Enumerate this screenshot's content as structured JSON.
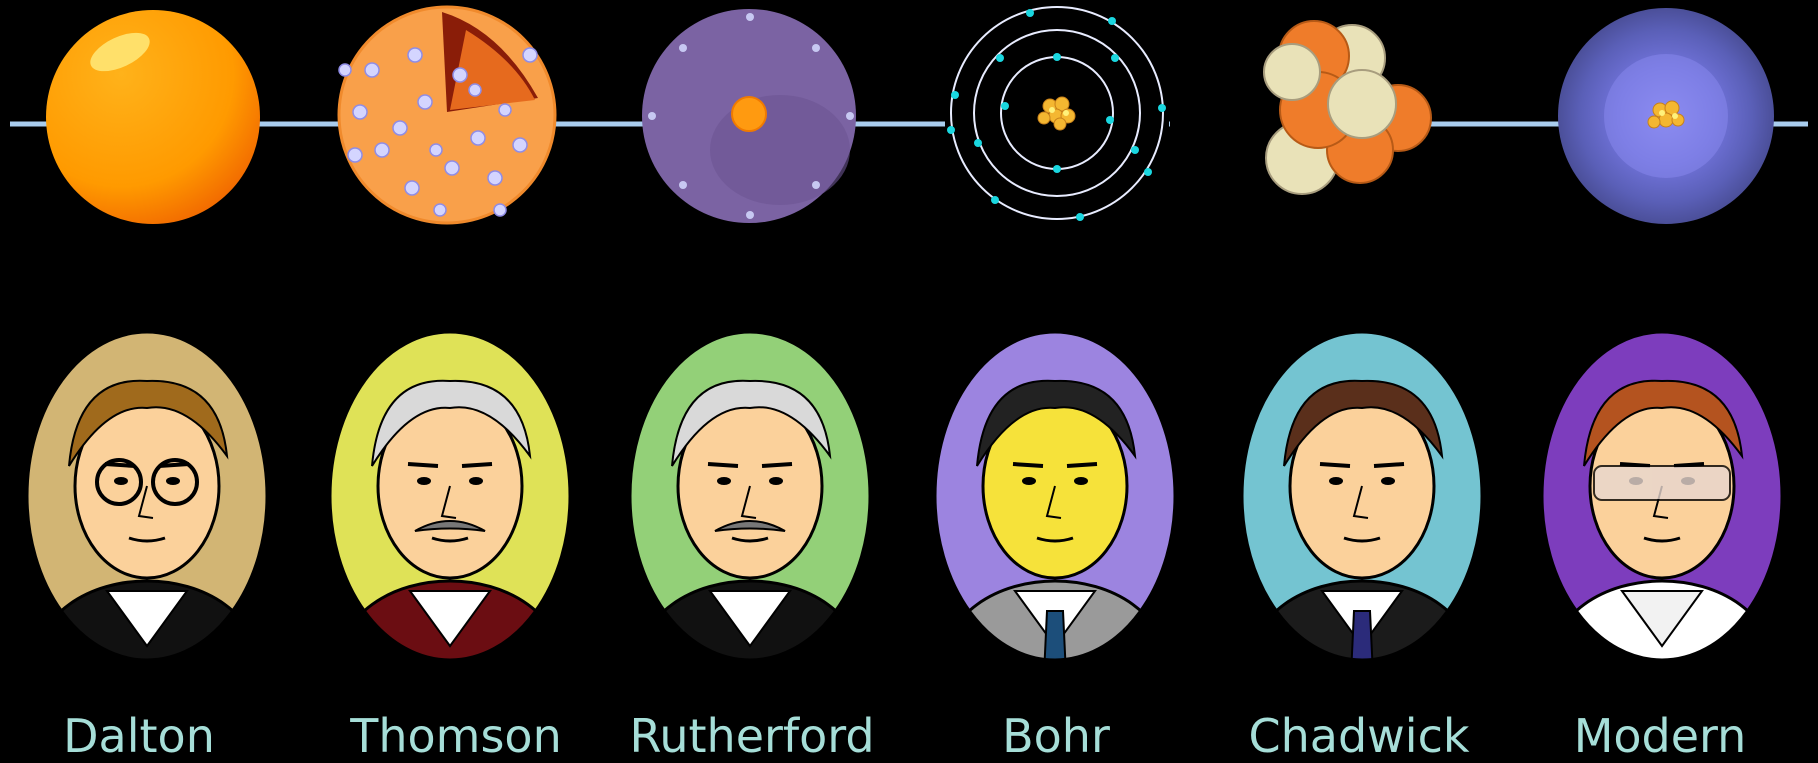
{
  "colors": {
    "background": "#000000",
    "timeline": "#a9cdee",
    "label": "#a6ded8"
  },
  "models": [
    {
      "id": "dalton",
      "scientist": "Dalton",
      "atom_icon": "solid-sphere-icon",
      "portrait_bg": "#d2b574"
    },
    {
      "id": "thomson",
      "scientist": "Thomson",
      "atom_icon": "plum-pudding-icon",
      "portrait_bg": "#dfe257"
    },
    {
      "id": "rutherford",
      "scientist": "Rutherford",
      "atom_icon": "nuclear-atom-icon",
      "portrait_bg": "#93d078"
    },
    {
      "id": "bohr",
      "scientist": "Bohr",
      "atom_icon": "orbit-shells-icon",
      "portrait_bg": "#9c84e0"
    },
    {
      "id": "chadwick",
      "scientist": "Chadwick",
      "atom_icon": "neutron-cluster-icon",
      "portrait_bg": "#74c4d1"
    },
    {
      "id": "modern",
      "scientist": "Modern",
      "atom_icon": "electron-cloud-icon",
      "portrait_bg": "#7d3dbd"
    }
  ]
}
